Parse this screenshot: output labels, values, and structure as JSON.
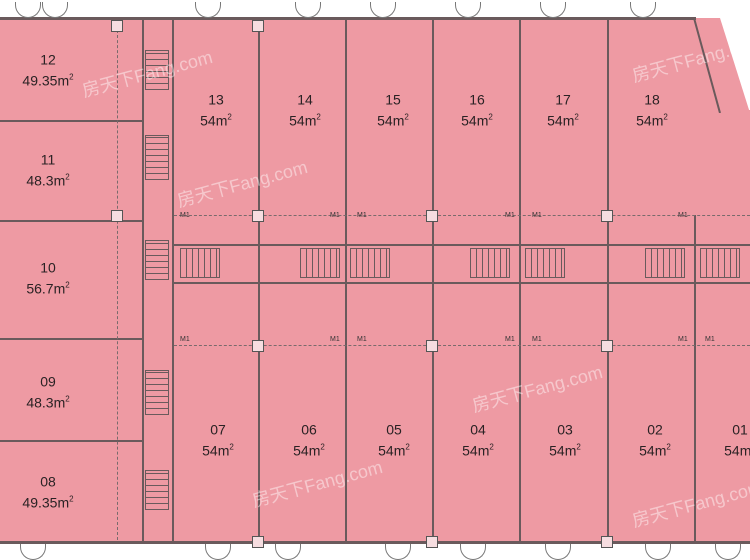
{
  "plan": {
    "area_unit_suffix": "m",
    "units": [
      {
        "id": "12",
        "area": "49.35"
      },
      {
        "id": "11",
        "area": "48.3"
      },
      {
        "id": "10",
        "area": "56.7"
      },
      {
        "id": "09",
        "area": "48.3"
      },
      {
        "id": "08",
        "area": "49.35"
      },
      {
        "id": "13",
        "area": "54"
      },
      {
        "id": "14",
        "area": "54"
      },
      {
        "id": "15",
        "area": "54"
      },
      {
        "id": "16",
        "area": "54"
      },
      {
        "id": "17",
        "area": "54"
      },
      {
        "id": "18",
        "area": "54"
      },
      {
        "id": "07",
        "area": "54"
      },
      {
        "id": "06",
        "area": "54"
      },
      {
        "id": "05",
        "area": "54"
      },
      {
        "id": "04",
        "area": "54"
      },
      {
        "id": "03",
        "area": "54"
      },
      {
        "id": "02",
        "area": "54"
      },
      {
        "id": "01",
        "area": "54"
      }
    ],
    "door_tag": "M1",
    "watermark": "房天下Fang.com",
    "colors": {
      "unit_fill": "#ee9aa3",
      "wall": "#6a5a5c"
    }
  }
}
